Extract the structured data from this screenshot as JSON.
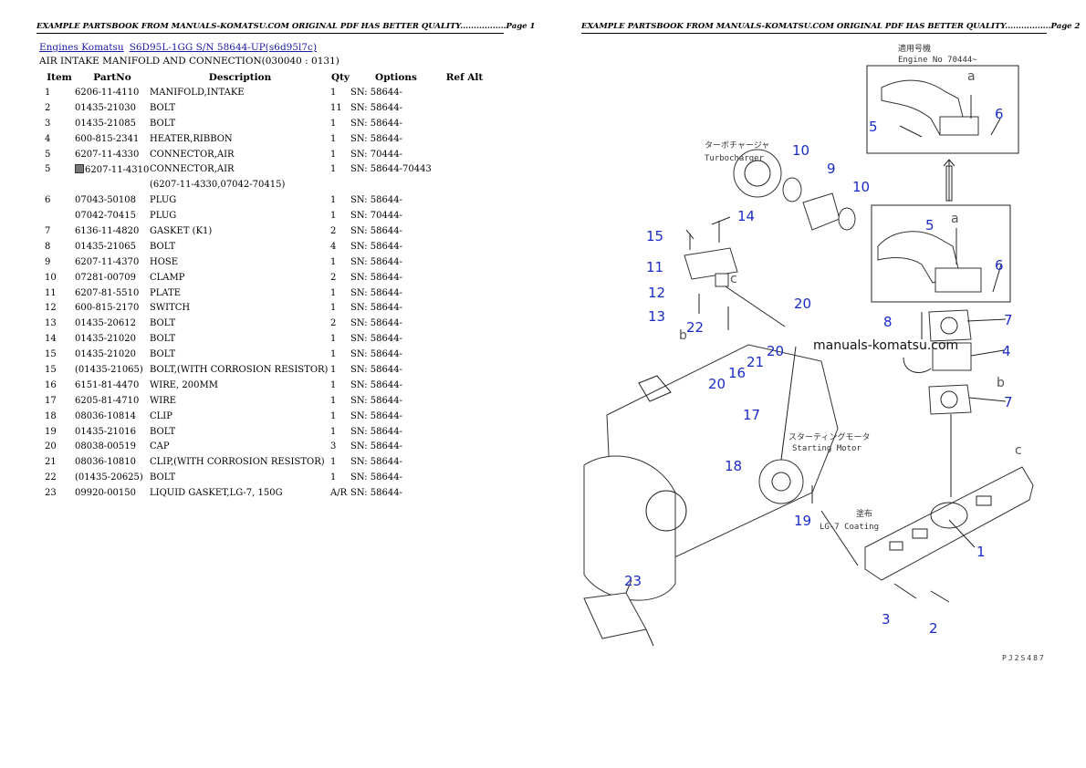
{
  "header": {
    "page1": "EXAMPLE PARTSBOOK FROM MANUALS-KOMATSU.COM ORIGINAL PDF HAS BETTER QUALITY.................Page 1",
    "page2": "EXAMPLE PARTSBOOK FROM MANUALS-KOMATSU.COM ORIGINAL PDF HAS BETTER QUALITY.................Page 2"
  },
  "breadcrumb": {
    "link1": "Engines Komatsu",
    "link2": "S6D95L-1GG S/N 58644-UP(s6d95l7c)"
  },
  "section_title": "AIR INTAKE MANIFOLD AND CONNECTION(030040 : 0131)",
  "table": {
    "headers": [
      "Item",
      "PartNo",
      "Description",
      "Qty",
      "Options",
      "Ref Alt"
    ],
    "rows": [
      {
        "item": "1",
        "part": "6206-11-4110",
        "desc": "MANIFOLD,INTAKE",
        "qty": "1",
        "opt": "SN: 58644-"
      },
      {
        "item": "2",
        "part": "01435-21030",
        "desc": "BOLT",
        "qty": "11",
        "opt": "SN: 58644-"
      },
      {
        "item": "3",
        "part": "01435-21085",
        "desc": "BOLT",
        "qty": "1",
        "opt": "SN: 58644-"
      },
      {
        "item": "4",
        "part": "600-815-2341",
        "desc": "HEATER,RIBBON",
        "qty": "1",
        "opt": "SN: 58644-"
      },
      {
        "item": "5",
        "part": "6207-11-4330",
        "desc": "CONNECTOR,AIR",
        "qty": "1",
        "opt": "SN: 70444-"
      },
      {
        "item": "5",
        "part": "6207-11-4310",
        "desc": "CONNECTOR,AIR",
        "qty": "1",
        "opt": "SN: 58644-70443",
        "marked": true
      },
      {
        "item": "",
        "part": "",
        "desc": "(6207-11-4330,07042-70415)",
        "qty": "",
        "opt": ""
      },
      {
        "item": "6",
        "part": "07043-50108",
        "desc": "PLUG",
        "qty": "1",
        "opt": "SN: 58644-"
      },
      {
        "item": "",
        "part": "07042-70415",
        "desc": "PLUG",
        "qty": "1",
        "opt": "SN: 70444-"
      },
      {
        "item": "7",
        "part": "6136-11-4820",
        "desc": "GASKET (K1)",
        "qty": "2",
        "opt": "SN: 58644-"
      },
      {
        "item": "8",
        "part": "01435-21065",
        "desc": "BOLT",
        "qty": "4",
        "opt": "SN: 58644-"
      },
      {
        "item": "9",
        "part": "6207-11-4370",
        "desc": "HOSE",
        "qty": "1",
        "opt": "SN: 58644-"
      },
      {
        "item": "10",
        "part": "07281-00709",
        "desc": "CLAMP",
        "qty": "2",
        "opt": "SN: 58644-"
      },
      {
        "item": "11",
        "part": "6207-81-5510",
        "desc": "PLATE",
        "qty": "1",
        "opt": "SN: 58644-"
      },
      {
        "item": "12",
        "part": "600-815-2170",
        "desc": "SWITCH",
        "qty": "1",
        "opt": "SN: 58644-"
      },
      {
        "item": "13",
        "part": "01435-20612",
        "desc": "BOLT",
        "qty": "2",
        "opt": "SN: 58644-"
      },
      {
        "item": "14",
        "part": "01435-21020",
        "desc": "BOLT",
        "qty": "1",
        "opt": "SN: 58644-"
      },
      {
        "item": "15",
        "part": "01435-21020",
        "desc": "BOLT",
        "qty": "1",
        "opt": "SN: 58644-"
      },
      {
        "item": "15",
        "part": "(01435-21065)",
        "desc": "BOLT,(WITH CORROSION RESISTOR)",
        "qty": "1",
        "opt": "SN: 58644-"
      },
      {
        "item": "16",
        "part": "6151-81-4470",
        "desc": "WIRE, 200MM",
        "qty": "1",
        "opt": "SN: 58644-"
      },
      {
        "item": "17",
        "part": "6205-81-4710",
        "desc": "WIRE",
        "qty": "1",
        "opt": "SN: 58644-"
      },
      {
        "item": "18",
        "part": "08036-10814",
        "desc": "CLIP",
        "qty": "1",
        "opt": "SN: 58644-"
      },
      {
        "item": "19",
        "part": "01435-21016",
        "desc": "BOLT",
        "qty": "1",
        "opt": "SN: 58644-"
      },
      {
        "item": "20",
        "part": "08038-00519",
        "desc": "CAP",
        "qty": "3",
        "opt": "SN: 58644-"
      },
      {
        "item": "21",
        "part": "08036-10810",
        "desc": "CLIP,(WITH CORROSION RESISTOR)",
        "qty": "1",
        "opt": "SN: 58644-"
      },
      {
        "item": "22",
        "part": "(01435-20625)",
        "desc": "BOLT",
        "qty": "1",
        "opt": "SN: 58644-"
      },
      {
        "item": "23",
        "part": "09920-00150",
        "desc": "LIQUID GASKET,LG-7, 150G",
        "qty": "A/R",
        "opt": "SN: 58644-"
      }
    ]
  },
  "diagram": {
    "watermark": "manuals-komatsu.com",
    "jp_applicable": "適用号機",
    "engine_no": "Engine No 70444~",
    "jp_turbo": "ターボチャージャ",
    "turbocharger": "Turbocharger",
    "jp_starting": "スターティングモータ",
    "starting_motor": "Starting Motor",
    "jp_coating": "塗布",
    "lg7_coating": "LG-7 Coating",
    "drawing_code": "PJ2S487",
    "callout_color": "#1a2bc7",
    "callouts": [
      "5",
      "6",
      "10",
      "9",
      "10",
      "14",
      "15",
      "11",
      "12",
      "13",
      "5",
      "6",
      "20",
      "22",
      "8",
      "7",
      "4",
      "20",
      "16",
      "21",
      "20",
      "7",
      "17",
      "18",
      "19",
      "1",
      "2",
      "3",
      "23"
    ],
    "letters": [
      "a",
      "a",
      "c",
      "b",
      "b",
      "c"
    ]
  }
}
